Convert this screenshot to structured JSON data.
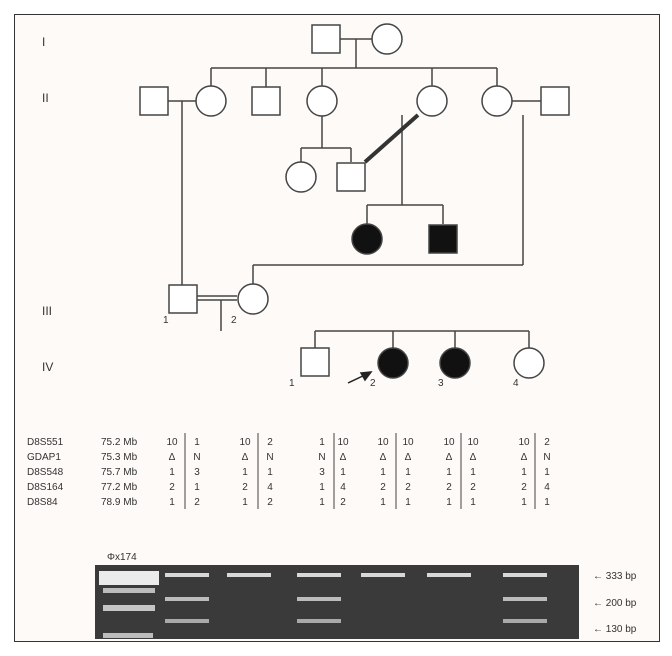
{
  "generations": [
    "I",
    "II",
    "III",
    "IV"
  ],
  "individual_numbers": {
    "iii_1": "1",
    "iii_2": "2",
    "iv_1": "1",
    "iv_2": "2",
    "iv_3": "3",
    "iv_4": "4"
  },
  "markers": [
    {
      "name": "D8S551",
      "position": "75.2 Mb",
      "alleles": [
        "10",
        "1",
        "10",
        "2",
        "1",
        "10",
        "10",
        "10",
        "10",
        "10",
        "10",
        "2"
      ]
    },
    {
      "name": "GDAP1",
      "position": "75.3 Mb",
      "alleles": [
        "Δ",
        "N",
        "Δ",
        "N",
        "N",
        "Δ",
        "Δ",
        "Δ",
        "Δ",
        "Δ",
        "Δ",
        "N"
      ]
    },
    {
      "name": "D8S548",
      "position": "75.7 Mb",
      "alleles": [
        "1",
        "3",
        "1",
        "1",
        "3",
        "1",
        "1",
        "1",
        "1",
        "1",
        "1",
        "1"
      ]
    },
    {
      "name": "D8S164",
      "position": "77.2 Mb",
      "alleles": [
        "2",
        "1",
        "2",
        "4",
        "1",
        "4",
        "2",
        "2",
        "2",
        "2",
        "2",
        "4"
      ]
    },
    {
      "name": "D8S84",
      "position": "78.9 Mb",
      "alleles": [
        "1",
        "2",
        "1",
        "2",
        "1",
        "2",
        "1",
        "1",
        "1",
        "1",
        "1",
        "1"
      ]
    }
  ],
  "gel": {
    "ladder_label": "Φx174",
    "size_markers": [
      "← 333 bp",
      "← 200 bp",
      "← 130 bp"
    ]
  }
}
